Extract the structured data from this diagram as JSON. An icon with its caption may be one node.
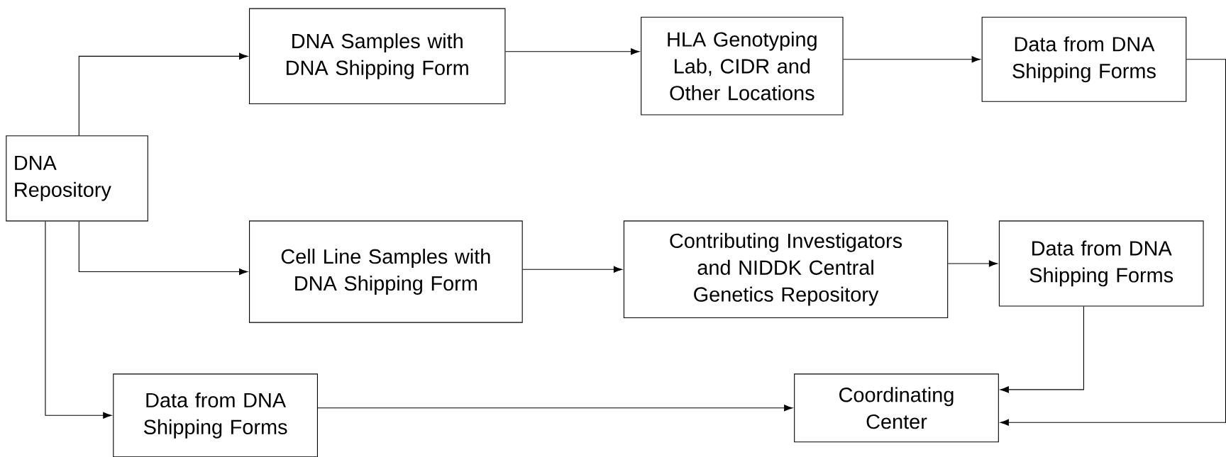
{
  "diagram": {
    "nodes": [
      {
        "text": [
          "DNA Repository"
        ]
      },
      {
        "text": [
          "DNA Samples with DNA Shipping Form"
        ]
      },
      {
        "text": [
          "HLA Genotyping Lab, CIDR and Other Locations"
        ]
      },
      {
        "text": [
          "Data from DNA Shipping Forms"
        ]
      },
      {
        "text": [
          "Cell Line Samples with DNA Shipping Form"
        ]
      },
      {
        "text": [
          "Contributing Investigators and NIDDK Central Genetics Repository"
        ]
      },
      {
        "text": [
          "Data from DNA Shipping Forms"
        ]
      },
      {
        "text": [
          "Data from DNA Shipping Forms"
        ]
      },
      {
        "text": [
          "Coordinating Center"
        ]
      }
    ],
    "edges": [
      {
        "from": 0,
        "to": 1,
        "arrow": "to"
      },
      {
        "from": 1,
        "to": 2,
        "arrow": "to"
      },
      {
        "from": 2,
        "to": 3,
        "arrow": "to"
      },
      {
        "from": 0,
        "to": 4,
        "arrow": "to"
      },
      {
        "from": 4,
        "to": 5,
        "arrow": "to"
      },
      {
        "from": 5,
        "to": 6,
        "arrow": "to"
      },
      {
        "from": 0,
        "to": 7,
        "arrow": "to"
      },
      {
        "from": 7,
        "to": 8,
        "arrow": "to"
      },
      {
        "from": 6,
        "to": 8,
        "arrow": "to"
      },
      {
        "from": 3,
        "to": 8,
        "arrow": "to"
      }
    ]
  }
}
